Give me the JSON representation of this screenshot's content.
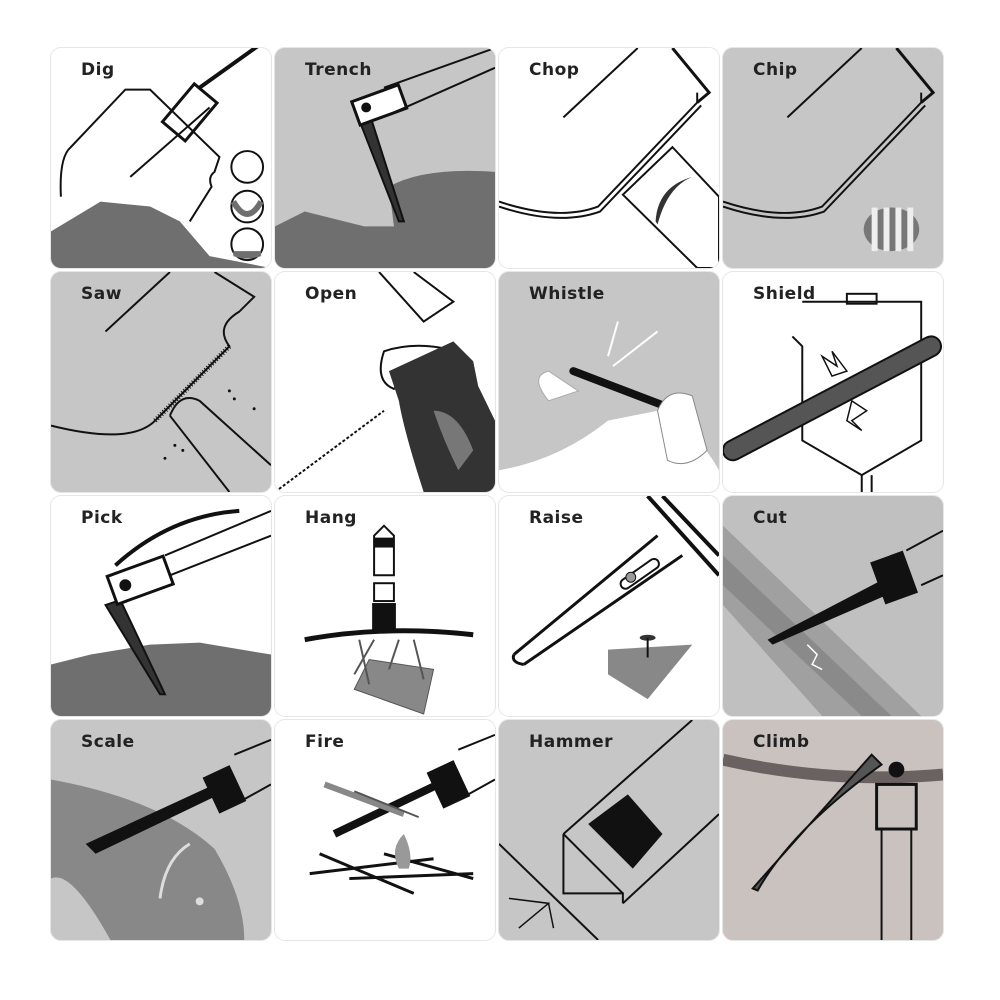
{
  "tiles": [
    {
      "label": "Dig"
    },
    {
      "label": "Trench"
    },
    {
      "label": "Chop"
    },
    {
      "label": "Chip"
    },
    {
      "label": "Saw"
    },
    {
      "label": "Open"
    },
    {
      "label": "Whistle"
    },
    {
      "label": "Shield"
    },
    {
      "label": "Pick"
    },
    {
      "label": "Hang"
    },
    {
      "label": "Raise"
    },
    {
      "label": "Cut"
    },
    {
      "label": "Scale"
    },
    {
      "label": "Fire"
    },
    {
      "label": "Hammer"
    },
    {
      "label": "Climb"
    }
  ],
  "colors": {
    "ground": "#6f6f6f",
    "tile_gray": "#c6c6c6",
    "tile_warm": "#c9c2bf",
    "ink": "#111111"
  }
}
